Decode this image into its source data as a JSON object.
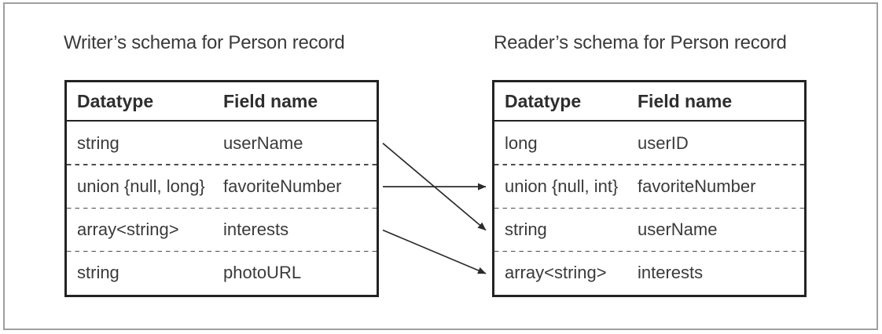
{
  "figure": {
    "writer": {
      "title": "Writer’s schema for Person record",
      "headers": {
        "datatype": "Datatype",
        "field": "Field name"
      },
      "rows": [
        {
          "datatype": "string",
          "field": "userName"
        },
        {
          "datatype": "union {null, long}",
          "field": "favoriteNumber"
        },
        {
          "datatype": "array<string>",
          "field": "interests"
        },
        {
          "datatype": "string",
          "field": "photoURL"
        }
      ]
    },
    "reader": {
      "title": "Reader’s schema for Person record",
      "headers": {
        "datatype": "Datatype",
        "field": "Field name"
      },
      "rows": [
        {
          "datatype": "long",
          "field": "userID"
        },
        {
          "datatype": "union {null, int}",
          "field": "favoriteNumber"
        },
        {
          "datatype": "string",
          "field": "userName"
        },
        {
          "datatype": "array<string>",
          "field": "interests"
        }
      ]
    },
    "arrows": [
      {
        "from_field": "userName",
        "from_row": 0,
        "to_field": "userName",
        "to_row": 2
      },
      {
        "from_field": "favoriteNumber",
        "from_row": 1,
        "to_field": "favoriteNumber",
        "to_row": 1
      },
      {
        "from_field": "interests",
        "from_row": 2,
        "to_field": "interests",
        "to_row": 3
      }
    ],
    "colors": {
      "ink": "#2b2b2b",
      "text": "#3a3a3a",
      "frame_border": "#9f9f9f",
      "background": "#ffffff"
    }
  }
}
